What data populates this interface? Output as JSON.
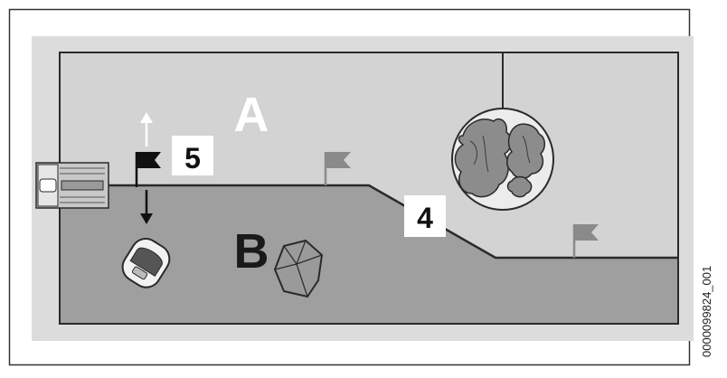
{
  "zones": {
    "zone_a_label": "A",
    "zone_b_label": "B"
  },
  "callouts": {
    "callout_5": "5",
    "callout_4": "4"
  },
  "reference_code": "0000099824_001",
  "colors": {
    "zone_a": "#d3d3d3",
    "zone_b": "#9f9f9f",
    "outer_band": "#dcdcdc",
    "boundary_wire": "#2a2a2a",
    "flag_active": "#111111",
    "flag_inactive": "#8a8a8a",
    "flowerbed_fill": "#8c8c8c",
    "outer_border": "#333333"
  },
  "icons": {
    "docking_station": "docking-station-icon",
    "mower": "robot-mower-icon",
    "flag_active": "flag-icon",
    "flag_inactive": "flag-icon",
    "flowerbed": "flowerbed-icon",
    "rock": "rock-icon",
    "arrow_up": "arrow-up-icon",
    "arrow_down": "arrow-down-icon"
  }
}
